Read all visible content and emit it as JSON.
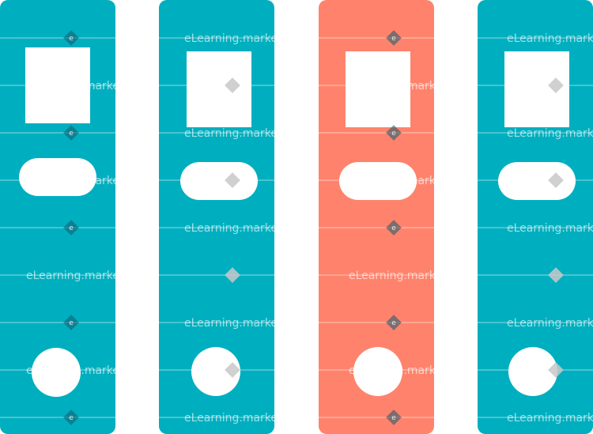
{
  "colors": {
    "teal": "#00afbf",
    "coral": "#ff836c",
    "background": "#ffffff"
  },
  "binders": [
    {
      "color": "#00afbf",
      "spine_label_shape": "rectangle",
      "ring_shape": "circle"
    },
    {
      "color": "#00afbf",
      "spine_label_shape": "rectangle",
      "ring_shape": "circle"
    },
    {
      "color": "#ff836c",
      "spine_label_shape": "rectangle",
      "ring_shape": "circle"
    },
    {
      "color": "#00afbf",
      "spine_label_shape": "rectangle",
      "ring_shape": "circle"
    }
  ],
  "watermark": {
    "text": "eLearning.marke",
    "mark": "e"
  }
}
